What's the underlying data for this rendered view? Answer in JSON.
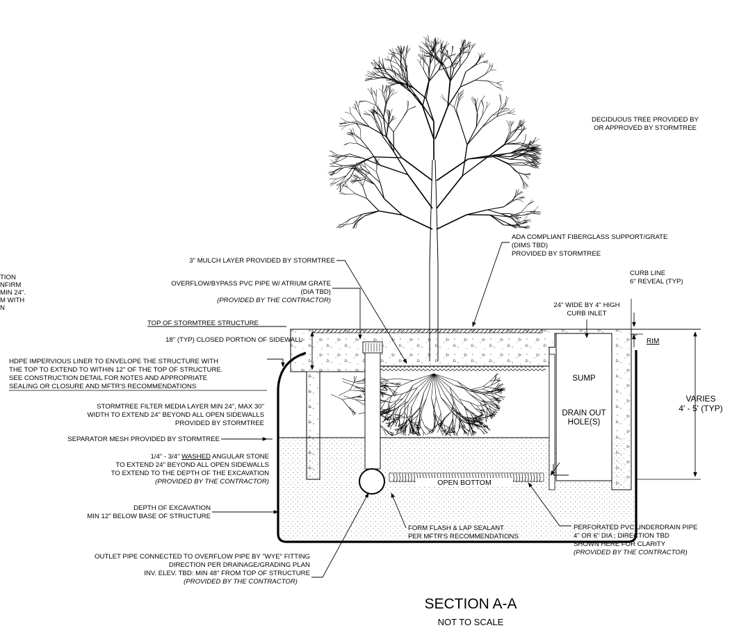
{
  "title": "SECTION A-A",
  "subtitle": "NOT TO SCALE",
  "cut_note": [
    "TION",
    "NFIRM",
    "MIN 24\".",
    "M WITH",
    "N"
  ],
  "labels": {
    "tree": [
      "DECIDUOUS TREE PROVIDED BY",
      "OR APPROVED BY STORMTREE"
    ],
    "grate": [
      "ADA COMPLIANT FIBERGLASS SUPPORT/GRATE",
      "(DIMS TBD)",
      "PROVIDED BY STORMTREE"
    ],
    "curb_line": [
      "CURB LINE",
      "6\" REVEAL (TYP)"
    ],
    "curb_inlet": [
      "24\" WIDE BY 4\" HIGH",
      "CURB INLET"
    ],
    "mulch": "3\" MULCH LAYER PROVIDED BY STORMTREE",
    "overflow": [
      "OVERFLOW/BYPASS PVC PIPE W/ ATRIUM GRATE",
      "(DIA TBD)",
      "(PROVIDED BY THE CONTRACTOR)"
    ],
    "top_structure": "TOP OF STORMTREE STRUCTURE",
    "closed_sidewall": "18\" (TYP) CLOSED PORTION OF SIDEWALL",
    "liner": [
      "HDPE IMPERVIOUS LINER TO ENVELOPE THE STRUCTURE WITH",
      "THE TOP TO EXTEND TO WITHIN 12\" OF THE TOP OF STRUCTURE.",
      "SEE CONSTRUCTION DETAIL FOR NOTES AND APPROPRIATE",
      "SEALING OR CLOSURE AND MFTR'S RECOMMENDATIONS"
    ],
    "filter_media": [
      "STORMTREE FILTER MEDIA LAYER MIN 24\", MAX 30\"",
      "WIDTH TO EXTEND 24\" BEYOND ALL OPEN SIDEWALLS",
      "PROVIDED BY STORMTREE"
    ],
    "separator": "SEPARATOR MESH PROVIDED BY STORMTREE",
    "stone": [
      "1/4\" - 3/4\" ",
      "WASHED",
      " ANGULAR STONE",
      "TO EXTEND 24\" BEYOND ALL OPEN SIDEWALLS",
      "TO EXTEND TO THE DEPTH OF THE EXCAVATION",
      "(PROVIDED BY THE CONTRACTOR)"
    ],
    "excavation": [
      "DEPTH OF EXCAVATION",
      "MIN 12\" BELOW BASE OF STRUCTURE"
    ],
    "outlet": [
      "OUTLET PIPE CONNECTED TO OVERFLOW PIPE BY \"WYE\" FITTING",
      "DIRECTION PER DRAINAGE/GRADING PLAN",
      "INV. ELEV. TBD: MIN 48\" FROM TOP OF STRUCTURE",
      "(PROVIDED BY THE CONTRACTOR)"
    ],
    "flash": [
      "FORM FLASH & LAP SEALANT",
      "PER MFTR'S RECOMMENDATIONS"
    ],
    "underdrain": [
      "PERFORATED PVC UNDERDRAIN PIPE",
      "4\" OR 6\" DIA ; DIRECTION TBD",
      "SHOWN HERE FOR CLARITY",
      "(PROVIDED BY THE CONTRACTOR)"
    ],
    "sump": "SUMP",
    "drain_out": [
      "DRAIN OUT",
      "HOLE(S)"
    ],
    "open_bottom": "OPEN BOTTOM",
    "varies": [
      "VARIES",
      "4' - 5' (TYP)"
    ],
    "six_inch": "6\"",
    "rim": "RIM"
  }
}
